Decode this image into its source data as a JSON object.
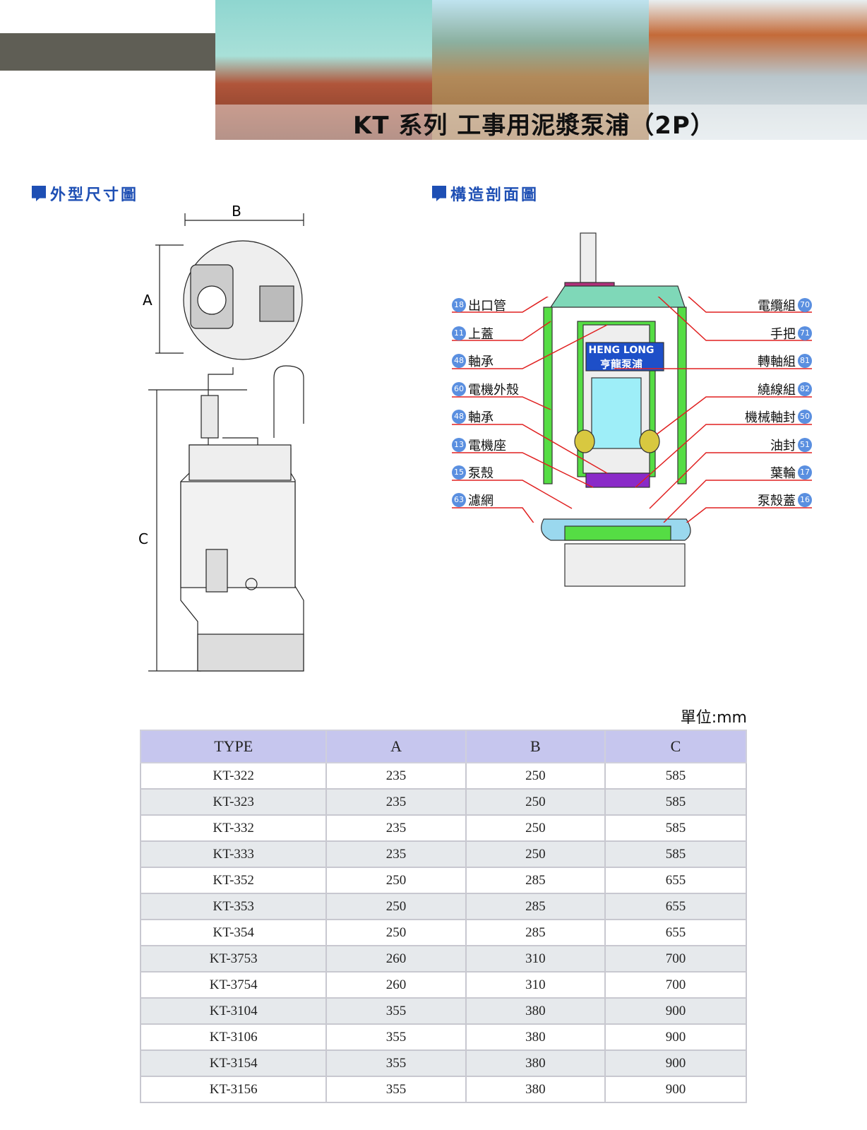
{
  "header": {
    "title": "KT 系列  工事用泥漿泵浦（2P）"
  },
  "sections": {
    "dimension": "外型尺寸圖",
    "structure": "構造剖面圖"
  },
  "dimension_labels": {
    "a": "A",
    "b": "B",
    "c": "C"
  },
  "logo": {
    "en": "HENG LONG",
    "zh": "亨龍泵浦"
  },
  "parts_left": [
    {
      "num": "18",
      "name": "出口管"
    },
    {
      "num": "11",
      "name": "上蓋"
    },
    {
      "num": "48",
      "name": "軸承"
    },
    {
      "num": "60",
      "name": "電機外殼"
    },
    {
      "num": "48",
      "name": "軸承"
    },
    {
      "num": "13",
      "name": "電機座"
    },
    {
      "num": "15",
      "name": "泵殼"
    },
    {
      "num": "63",
      "name": "濾網"
    }
  ],
  "parts_right": [
    {
      "num": "70",
      "name": "電纜組"
    },
    {
      "num": "71",
      "name": "手把"
    },
    {
      "num": "81",
      "name": "轉軸組"
    },
    {
      "num": "82",
      "name": "繞線組"
    },
    {
      "num": "50",
      "name": "機械軸封"
    },
    {
      "num": "51",
      "name": "油封"
    },
    {
      "num": "17",
      "name": "葉輪"
    },
    {
      "num": "16",
      "name": "泵殼蓋"
    }
  ],
  "table": {
    "unit": "單位:mm",
    "headers": [
      "TYPE",
      "A",
      "B",
      "C"
    ],
    "rows": [
      [
        "KT-322",
        "235",
        "250",
        "585"
      ],
      [
        "KT-323",
        "235",
        "250",
        "585"
      ],
      [
        "KT-332",
        "235",
        "250",
        "585"
      ],
      [
        "KT-333",
        "235",
        "250",
        "585"
      ],
      [
        "KT-352",
        "250",
        "285",
        "655"
      ],
      [
        "KT-353",
        "250",
        "285",
        "655"
      ],
      [
        "KT-354",
        "250",
        "285",
        "655"
      ],
      [
        "KT-3753",
        "260",
        "310",
        "700"
      ],
      [
        "KT-3754",
        "260",
        "310",
        "700"
      ],
      [
        "KT-3104",
        "355",
        "380",
        "900"
      ],
      [
        "KT-3106",
        "355",
        "380",
        "900"
      ],
      [
        "KT-3154",
        "355",
        "380",
        "900"
      ],
      [
        "KT-3156",
        "355",
        "380",
        "900"
      ]
    ]
  }
}
